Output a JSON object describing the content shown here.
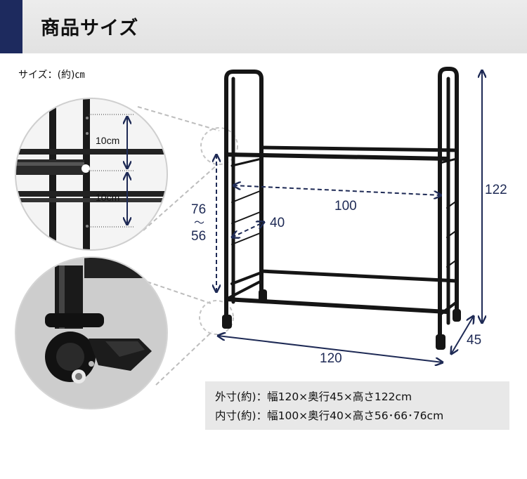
{
  "header": {
    "title": "商品サイズ"
  },
  "size_unit_label": "サイズ：(約)㎝",
  "dimensions": {
    "height_total": "122",
    "width_outer": "120",
    "width_inner": "100",
    "depth_outer": "45",
    "depth_inner": "40",
    "inner_height_max": "76",
    "inner_height_tilde": "～",
    "inner_height_min": "56",
    "step_upper": "10cm",
    "step_lower": "10cm"
  },
  "specs": {
    "outer": "外寸(約)：幅120×奥行45×高さ122cm",
    "inner": "内寸(約)：幅100×奥行40×高さ56･66･76cm"
  },
  "colors": {
    "accent": "#1d2a5e",
    "dimension": "#1e2a55",
    "frame": "#151515"
  }
}
